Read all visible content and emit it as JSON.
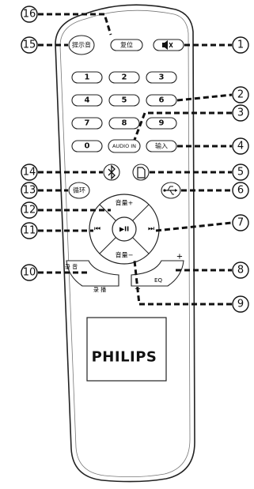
{
  "callouts": {
    "c1": "1",
    "c2": "2",
    "c3": "3",
    "c4": "4",
    "c5": "5",
    "c6": "6",
    "c7": "7",
    "c8": "8",
    "c9": "9",
    "c10": "10",
    "c11": "11",
    "c12": "12",
    "c13": "13",
    "c14": "14",
    "c15": "15",
    "c16": "16"
  },
  "buttons": {
    "prompt": "提示音",
    "reset": "复位",
    "d1": "1",
    "d2": "2",
    "d3": "3",
    "d4": "4",
    "d5": "5",
    "d6": "6",
    "d7": "7",
    "d8": "8",
    "d9": "9",
    "d0": "0",
    "audio_in": "AUDIO IN",
    "input": "输入",
    "loop": "循环",
    "vol_up": "音量+",
    "vol_down": "音量−",
    "prev_glyph": "⏮",
    "play_glyph": "▶II",
    "next_glyph": "⏭",
    "record": "录 音",
    "playback": "录 播",
    "eq_label": "EQ",
    "eq_plus": "+",
    "eq_minus": "−"
  },
  "icons": {
    "mute": "speaker-mute-icon",
    "bluetooth": "bluetooth-icon",
    "card": "sd-card-icon",
    "usb": "usb-icon"
  },
  "brand": "PHILIPS"
}
